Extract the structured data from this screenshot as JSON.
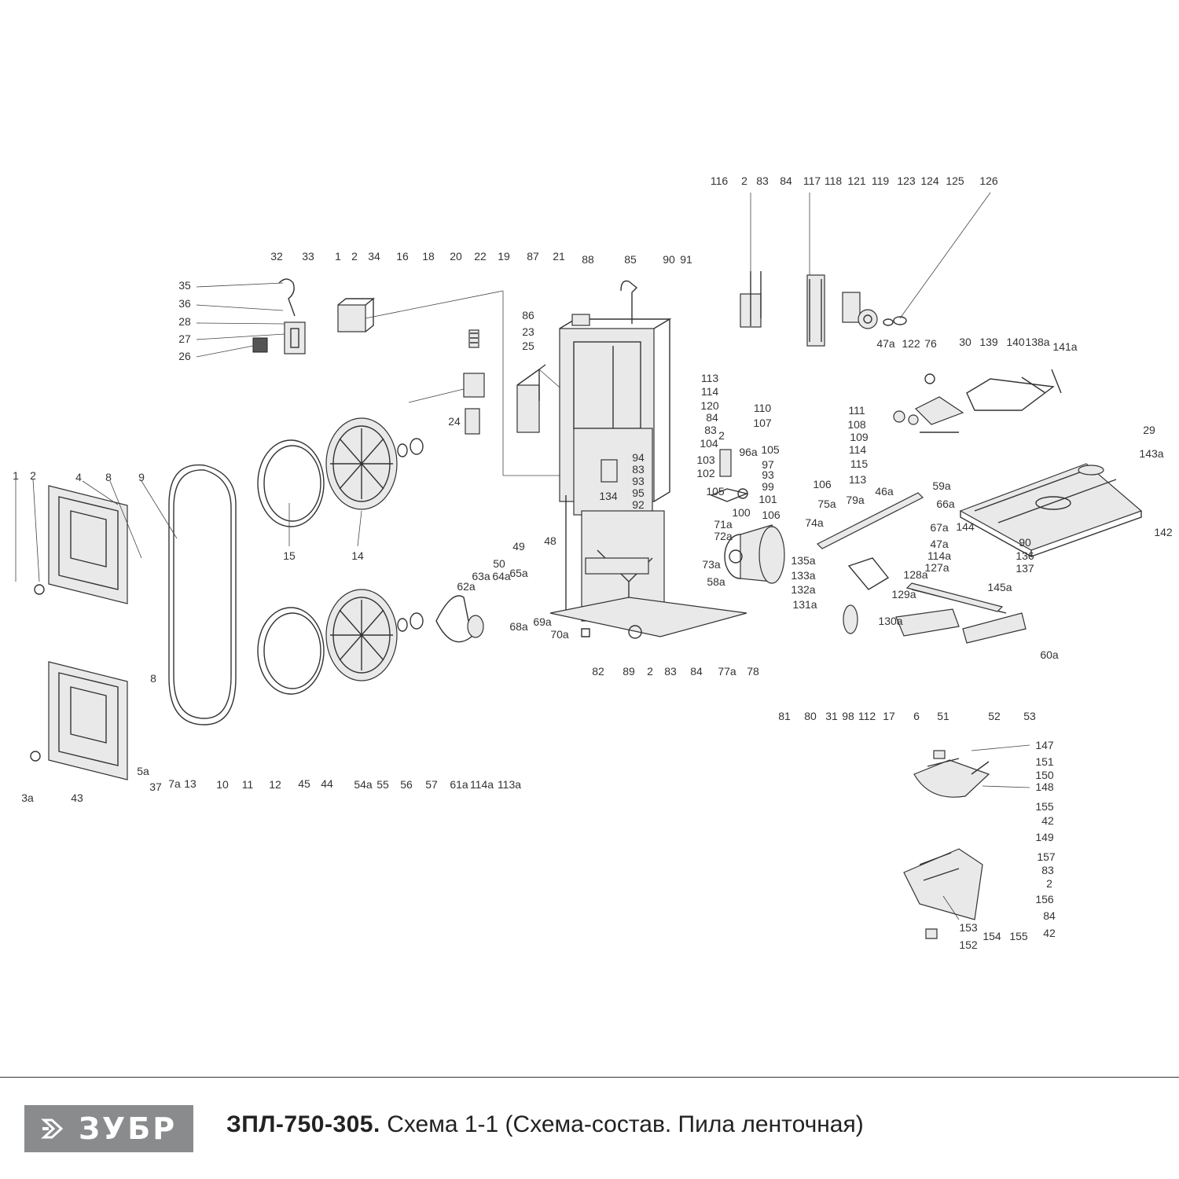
{
  "diagram": {
    "labels": [
      "32",
      "33",
      "1",
      "2",
      "34",
      "16",
      "18",
      "20",
      "22",
      "19",
      "87",
      "21",
      "88",
      "85",
      "90",
      "91",
      "116",
      "2",
      "83",
      "84",
      "117",
      "118",
      "121",
      "119",
      "123",
      "124",
      "125",
      "126",
      "35",
      "36",
      "28",
      "27",
      "26",
      "86",
      "23",
      "25",
      "24",
      "113",
      "114",
      "120",
      "84",
      "83",
      "2",
      "104",
      "103",
      "102",
      "105",
      "100",
      "106",
      "96a",
      "97",
      "93",
      "99",
      "101",
      "110",
      "107",
      "105",
      "111",
      "108",
      "109",
      "114",
      "115",
      "113",
      "106",
      "47a",
      "122",
      "76",
      "30",
      "139",
      "140",
      "138a",
      "141a",
      "29",
      "143a",
      "142",
      "144",
      "90",
      "136",
      "137",
      "94",
      "83",
      "93",
      "95",
      "92",
      "134",
      "1",
      "2",
      "4",
      "8",
      "9",
      "15",
      "14",
      "49",
      "48",
      "50",
      "63a",
      "64a",
      "65a",
      "62a",
      "68a",
      "69a",
      "70a",
      "71a",
      "72a",
      "73a",
      "58a",
      "74a",
      "75a",
      "79a",
      "46a",
      "59a",
      "66a",
      "67a",
      "47a",
      "114a",
      "135a",
      "133a",
      "132a",
      "131a",
      "128a",
      "127a",
      "129a",
      "130a",
      "145a",
      "60a",
      "8",
      "82",
      "89",
      "2",
      "83",
      "84",
      "77a",
      "78",
      "81",
      "80",
      "31",
      "98",
      "112",
      "17",
      "6",
      "51",
      "52",
      "53",
      "3a",
      "43",
      "5a",
      "37",
      "7a",
      "13",
      "10",
      "11",
      "12",
      "45",
      "44",
      "54a",
      "55",
      "56",
      "57",
      "61a",
      "114a",
      "113a",
      "147",
      "151",
      "150",
      "148",
      "155",
      "42",
      "149",
      "157",
      "83",
      "2",
      "156",
      "84",
      "42",
      "153",
      "154",
      "155",
      "152"
    ]
  },
  "logo": {
    "brand": "ЗУБР",
    "icon": "arrow-right-icon"
  },
  "caption": {
    "model": "ЗПЛ-750-305.",
    "description": "Схема 1-1 (Схема-состав. Пила ленточная)"
  }
}
